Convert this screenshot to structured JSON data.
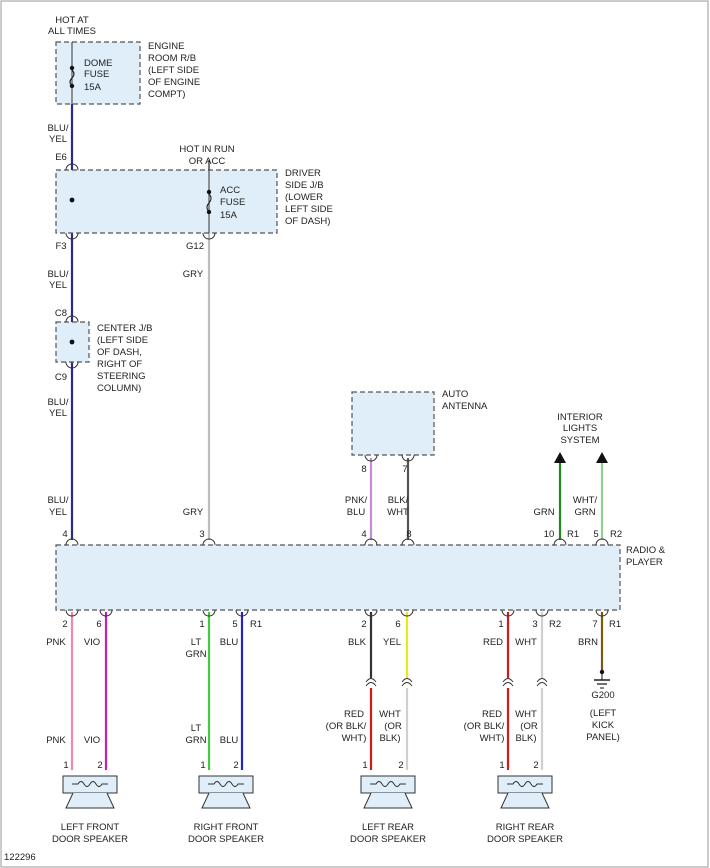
{
  "diagram_id": "122296",
  "top": {
    "hot_at_all_times": [
      "HOT AT",
      "ALL TIMES"
    ],
    "dome_fuse": [
      "DOME",
      "FUSE",
      "15A"
    ],
    "engine_room_rb": [
      "ENGINE",
      "ROOM R/B",
      "(LEFT SIDE",
      "OF ENGINE",
      "COMPT)"
    ],
    "hot_in_run": [
      "HOT IN RUN",
      "OR ACC"
    ],
    "acc_fuse": [
      "ACC",
      "FUSE",
      "15A"
    ],
    "driver_side_jb": [
      "DRIVER",
      "SIDE J/B",
      "(LOWER",
      "LEFT SIDE",
      "OF DASH)"
    ],
    "center_jb": [
      "CENTER J/B",
      "(LEFT SIDE",
      "OF DASH,",
      "RIGHT OF",
      "STEERING",
      "COLUMN)"
    ],
    "auto_antenna": [
      "AUTO",
      "ANTENNA"
    ],
    "interior_lights": [
      "INTERIOR",
      "LIGHTS",
      "SYSTEM"
    ],
    "radio_player": [
      "RADIO &",
      "PLAYER"
    ]
  },
  "connectors": {
    "e6": "E6",
    "f3": "F3",
    "g12": "G12",
    "c8": "C8",
    "c9": "C9",
    "r1": "R1",
    "r2": "R2",
    "g200": "G200"
  },
  "wire_labels": {
    "blu_yel": [
      "BLU/",
      "YEL"
    ],
    "gry": "GRY",
    "pnk_blu": [
      "PNK/",
      "BLU"
    ],
    "blk_wht": [
      "BLK/",
      "WHT"
    ],
    "grn": "GRN",
    "wht_grn": [
      "WHT/",
      "GRN"
    ],
    "pnk": "PNK",
    "vio": "VIO",
    "lt_grn": [
      "LT",
      "GRN"
    ],
    "blu": "BLU",
    "blk": "BLK",
    "yel": "YEL",
    "red": "RED",
    "wht": "WHT",
    "brn": "BRN",
    "red_or_blk_wht": [
      "RED",
      "(OR BLK/",
      "WHT)"
    ],
    "wht_or_blk": [
      "WHT",
      "(OR",
      "BLK)"
    ]
  },
  "pins": {
    "radio_top": [
      "4",
      "3",
      "4",
      "8",
      "10",
      "5"
    ],
    "radio_bottom": [
      "2",
      "6",
      "1",
      "5",
      "2",
      "6",
      "1",
      "3",
      "7"
    ],
    "antenna": [
      "8",
      "7"
    ],
    "speaker": [
      "1",
      "2"
    ]
  },
  "ground_location": [
    "(LEFT",
    "KICK",
    "PANEL)"
  ],
  "speakers": [
    [
      "LEFT FRONT",
      "DOOR SPEAKER"
    ],
    [
      "RIGHT FRONT",
      "DOOR SPEAKER"
    ],
    [
      "LEFT REAR",
      "DOOR SPEAKER"
    ],
    [
      "RIGHT REAR",
      "DOOR SPEAKER"
    ]
  ],
  "colors": {
    "blu_yel": "#2a2a8c",
    "gry": "#bdbdbd",
    "pnk_blu": "#c88ad6",
    "blk_wht": "#555555",
    "grn": "#1f8a1f",
    "wht_grn": "#8fd08f",
    "pnk": "#f08aa8",
    "vio": "#c21fc2",
    "lt_grn": "#3ccc3c",
    "blu": "#2323c8",
    "blk": "#333333",
    "yel": "#e8e81a",
    "red": "#d11a1a",
    "wht": "#cfcfcf",
    "brn": "#7a5a10",
    "box_fill": "#dfeef8"
  }
}
